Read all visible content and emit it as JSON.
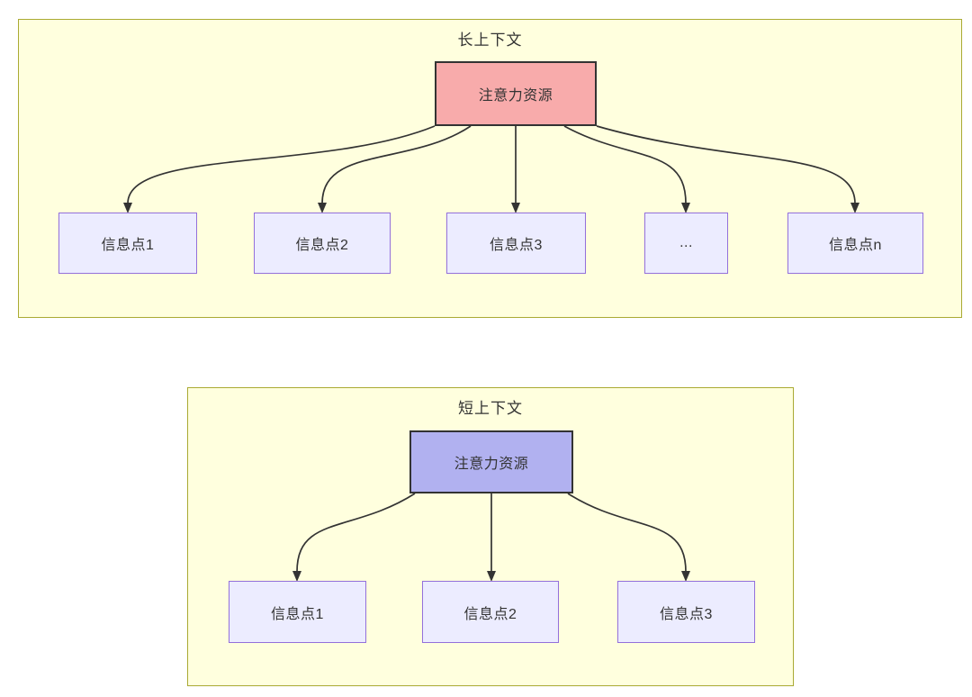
{
  "diagram": {
    "type": "flowchart-comparison",
    "sections": [
      {
        "title": "长上下文",
        "root": {
          "label": "注意力资源",
          "fill": "#f8abab"
        },
        "children": [
          "信息点1",
          "信息点2",
          "信息点3",
          "...",
          "信息点n"
        ]
      },
      {
        "title": "短上下文",
        "root": {
          "label": "注意力资源",
          "fill": "#b1b1f0"
        },
        "children": [
          "信息点1",
          "信息点2",
          "信息点3"
        ]
      }
    ],
    "colors": {
      "container_fill": "#ffffde",
      "container_border": "#aaaa33",
      "leaf_fill": "#ececff",
      "leaf_border": "#9370db",
      "root_border": "#333333",
      "edge": "#333333",
      "text": "#333333",
      "background": "#ffffff"
    }
  }
}
